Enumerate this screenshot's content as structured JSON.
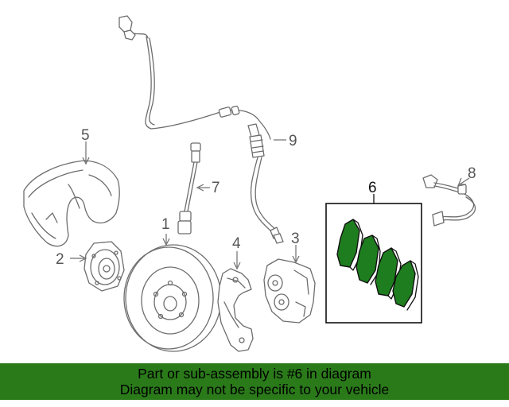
{
  "diagram": {
    "callouts": [
      {
        "id": "1",
        "label": "1"
      },
      {
        "id": "2",
        "label": "2"
      },
      {
        "id": "3",
        "label": "3"
      },
      {
        "id": "4",
        "label": "4"
      },
      {
        "id": "5",
        "label": "5"
      },
      {
        "id": "6",
        "label": "6"
      },
      {
        "id": "7",
        "label": "7"
      },
      {
        "id": "8",
        "label": "8"
      },
      {
        "id": "9",
        "label": "9"
      }
    ],
    "highlight_color": "#1e7d1e",
    "line_color": "#6d6d6d"
  },
  "banner": {
    "line1": "Part or sub-assembly is #6 in diagram",
    "line2": "Diagram may not be specific to your vehicle",
    "background": "#2a7a1a"
  }
}
